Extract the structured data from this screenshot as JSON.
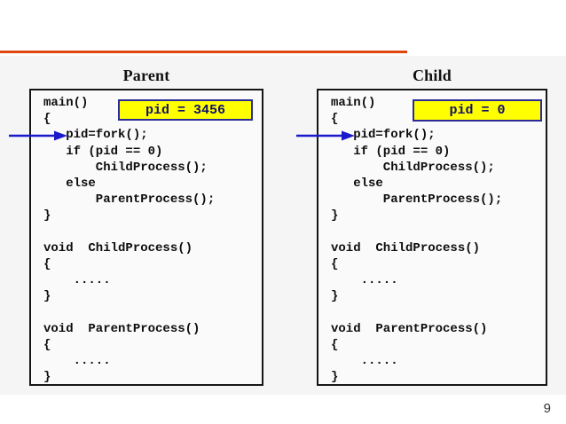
{
  "slide": {
    "page_number": "9"
  },
  "colors": {
    "accent_rule": "#E0470F",
    "panel_background": "#F5F5F5",
    "highlight_yellow": "#FFFF00",
    "highlight_border": "#2B2B96",
    "pid_text": "#10106A",
    "arrow_blue": "#1A1ACD",
    "code_text": "#0D0D0D"
  },
  "figures": {
    "parent": {
      "title": "Parent",
      "pid_value": "pid = 3456",
      "code": "main()\n{\n   pid=fork();\n   if (pid == 0)\n       ChildProcess();\n   else\n       ParentProcess();\n}\n\nvoid  ChildProcess()\n{\n    .....\n}\n\nvoid  ParentProcess()\n{\n    .....\n}"
    },
    "child": {
      "title": "Child",
      "pid_value": "pid = 0",
      "code": "main()\n{\n   pid=fork();\n   if (pid == 0)\n       ChildProcess();\n   else\n       ParentProcess();\n}\n\nvoid  ChildProcess()\n{\n    .....\n}\n\nvoid  ParentProcess()\n{\n    .....\n}"
    }
  },
  "icons": {
    "parent_arrow": "fork-call-arrow",
    "child_arrow": "fork-call-arrow"
  }
}
